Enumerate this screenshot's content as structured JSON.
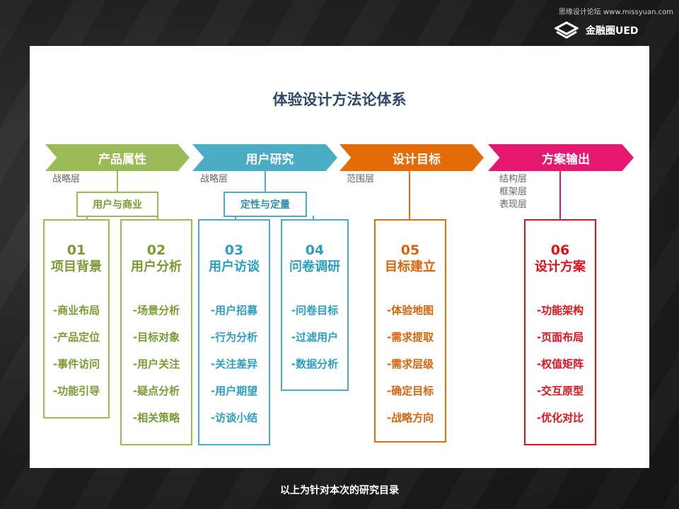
{
  "watermark": "思缘设计论坛 www.missyuan.com",
  "brand": {
    "name": "金融圈UED",
    "icon": "layers-logo-icon"
  },
  "title": "体验设计方法论体系",
  "colors": {
    "green": "#9bbb59",
    "blue": "#4bacc6",
    "orange": "#e36c09",
    "pink": "#e6176f",
    "red": "#e0101c"
  },
  "stages": [
    {
      "label": "产品属性",
      "layer": "战略层"
    },
    {
      "label": "用户研究",
      "layer": "战略层"
    },
    {
      "label": "设计目标",
      "layer": "范围层"
    },
    {
      "label": "方案输出",
      "layer": "结构层\n框架层\n表现层"
    }
  ],
  "groups": [
    {
      "label": "用户与商业"
    },
    {
      "label": "定性与定量"
    }
  ],
  "columns": [
    {
      "num": "01",
      "name": "项目背景",
      "items": [
        "-商业布局",
        "-产品定位",
        "-事件访问",
        "-功能引导"
      ]
    },
    {
      "num": "02",
      "name": "用户分析",
      "items": [
        "-场景分析",
        "-目标对象",
        "-用户关注",
        "-疑点分析",
        "-相关策略"
      ]
    },
    {
      "num": "03",
      "name": "用户访谈",
      "items": [
        "-用户招募",
        "-行为分析",
        "-关注差异",
        "-用户期望",
        "-访谈小结"
      ]
    },
    {
      "num": "04",
      "name": "问卷调研",
      "items": [
        "-问卷目标",
        "-过滤用户",
        "-数据分析"
      ]
    },
    {
      "num": "05",
      "name": "目标建立",
      "items": [
        "-体验地图",
        "-需求提取",
        "-需求层级",
        "-确定目标",
        "-战略方向"
      ]
    },
    {
      "num": "06",
      "name": "设计方案",
      "items": [
        "-功能架构",
        "-页面布局",
        "-权值矩阵",
        "-交互原型",
        "-优化对比"
      ]
    }
  ],
  "footer": "以上为针对本次的研究目录"
}
